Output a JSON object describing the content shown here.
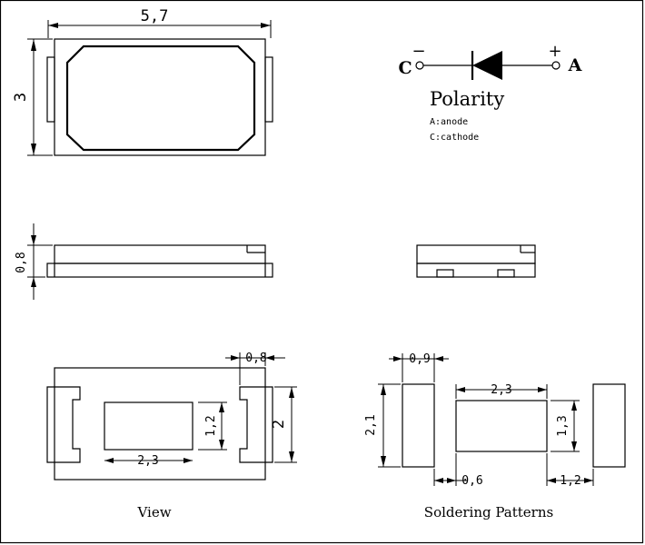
{
  "dimensions": {
    "length": "5,7",
    "width": "3",
    "height": "0,8",
    "pad_width_view": "0,8",
    "lens_height": "1,2",
    "body_width_view": "2",
    "lens_width": "2,3",
    "pattern_pad_width": "0,9",
    "pattern_height": "2,1",
    "pattern_center_width": "2,3",
    "pattern_center_height": "1,3",
    "pattern_gap": "0,6",
    "pattern_side_pad": "1,2"
  },
  "polarity": {
    "title": "Polarity",
    "cathode_letter": "C",
    "anode_letter": "A",
    "minus_sign": "−",
    "plus_sign": "+",
    "anode_desc": "A:anode",
    "cathode_desc": "C:cathode"
  },
  "captions": {
    "view": "View",
    "soldering": "Soldering Patterns"
  }
}
